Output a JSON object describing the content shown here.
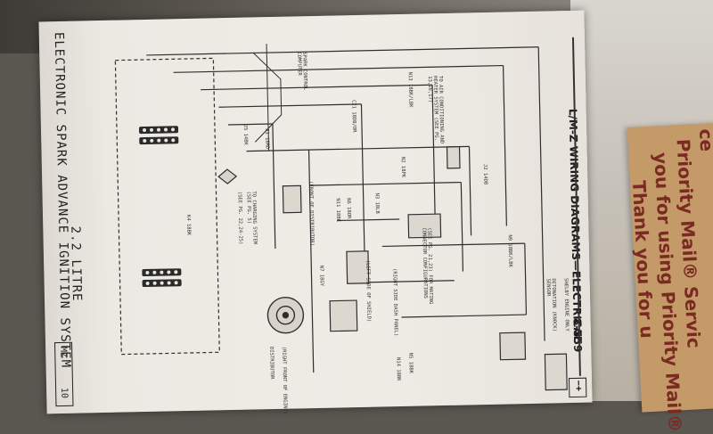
{
  "header": {
    "section_title": "L/M-Z WIRING DIAGRAMS—ELECTRICAL",
    "page_number": "8-559",
    "battery_symbol": "−+"
  },
  "footer": {
    "title_line1": "2.2 LITRE",
    "title_line2": "ELECTRONIC SPARK ADVANCE IGNITION SYSTEM",
    "model_code": "MZ",
    "index": "10"
  },
  "notes": {
    "shelby": "SHELBY ENGINE ONLY",
    "detonation": "DETONATION (KNOCK) SENSOR",
    "right_side_dash": "(RIGHT SIDE DASH PANEL)",
    "left_side_shield": "(LEFT SIDE OF SHIELD)",
    "right_front_engine": "(RIGHT FRONT OF ENGINE)",
    "distributor": "DISTRIBUTOR",
    "front_distributor": "(FRONT OF DISTRIBUTOR)",
    "to_charging": "TO CHARGING SYSTEM (SEE PG. 5)",
    "see_pg_22": "(SEE PG. 22,24-25)",
    "to_ac": "TO AIR CONDITIONING AND HEATER SYSTEM (SEE PG. 13,16,17)",
    "spark_control_computer": "SPARK CONTROL COMPUTER",
    "see_pg_21": "(SEE PG. 21,23) FOR MATING CONNECTOR CONFIGURATIONS"
  },
  "wires": {
    "n13": "N13 18BK/LBK",
    "j2": "J2 14DB",
    "n9": "N9 18BK/LBK",
    "n3": "N3 18LB",
    "n6": "N6 18OR",
    "n11": "N11 18BK",
    "n7": "N7 18GY",
    "n5": "N5 18BK",
    "j5": "J5 14BK",
    "c21": "C21 18DB/OR",
    "n2": "N2 18PK",
    "n14": "N14 18BK",
    "k4": "K4 18BK",
    "j1": "J1 18RD"
  },
  "envelope": {
    "line1": "Priority Mail® Servic",
    "line2": "you for using Priority Mail®",
    "line3": "Thank you for u",
    "prefix": "ce"
  }
}
